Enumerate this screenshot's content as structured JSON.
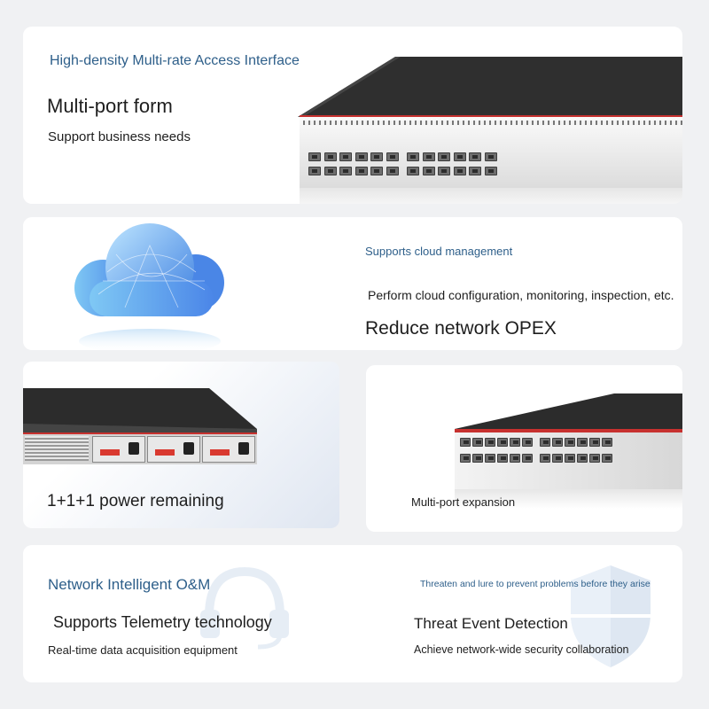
{
  "panels": {
    "ports": {
      "heading": "High-density Multi-rate Access Interface",
      "title": "Multi-port form",
      "subtitle": "Support business needs"
    },
    "cloud": {
      "heading": "Supports cloud management",
      "subtitle": "Perform cloud configuration, monitoring, inspection, etc.",
      "title": "Reduce network OPEX"
    },
    "power": {
      "title": "1+1+1 power remaining"
    },
    "expansion": {
      "title": "Multi-port expansion"
    },
    "om": {
      "heading": "Network Intelligent O&M",
      "title": "Supports Telemetry technology",
      "subtitle": "Real-time data acquisition equipment"
    },
    "threat": {
      "heading": "Threaten and lure to prevent problems before they arise",
      "title": "Threat Event Detection",
      "subtitle": "Achieve network-wide security collaboration"
    }
  },
  "colors": {
    "accent_text": "#2e5f8a",
    "switch_red_stripe": "#c7312f",
    "card_background": "#ffffff",
    "page_background": "#f0f1f3"
  },
  "icons": [
    "network-switch-image",
    "cloud-icon",
    "power-supply-image",
    "headset-icon",
    "shield-icon"
  ]
}
